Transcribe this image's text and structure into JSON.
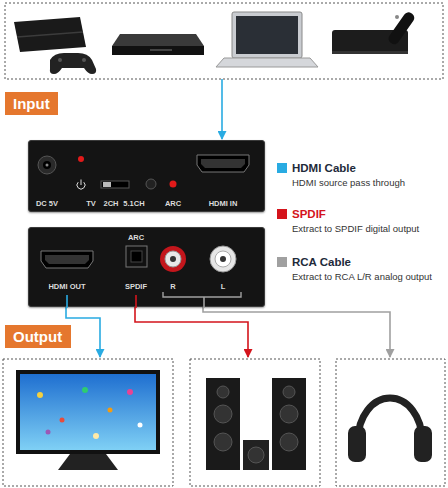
{
  "diagram": {
    "nodes": [
      {
        "text": [
          "Input"
        ]
      },
      {
        "text": [
          "DC 5V",
          "TV",
          "2CH",
          "5.1CH",
          "ARC",
          "HDMI IN"
        ]
      },
      {
        "text": [
          "ARC",
          "HDMI OUT",
          "SPDIF",
          "R",
          "L"
        ]
      },
      {
        "text": [
          "Output"
        ]
      }
    ],
    "labels": [
      "HDMI source pass through",
      "Extract to SPDIF digital output",
      "Extract to RCA L/R analog output"
    ],
    "legend": [
      {
        "text": "HDMI Cable",
        "color": "#29abe2"
      },
      {
        "text": "SPDIF",
        "color": "#d4141c"
      },
      {
        "text": "RCA Cable",
        "color": "#a0a0a0"
      }
    ]
  }
}
